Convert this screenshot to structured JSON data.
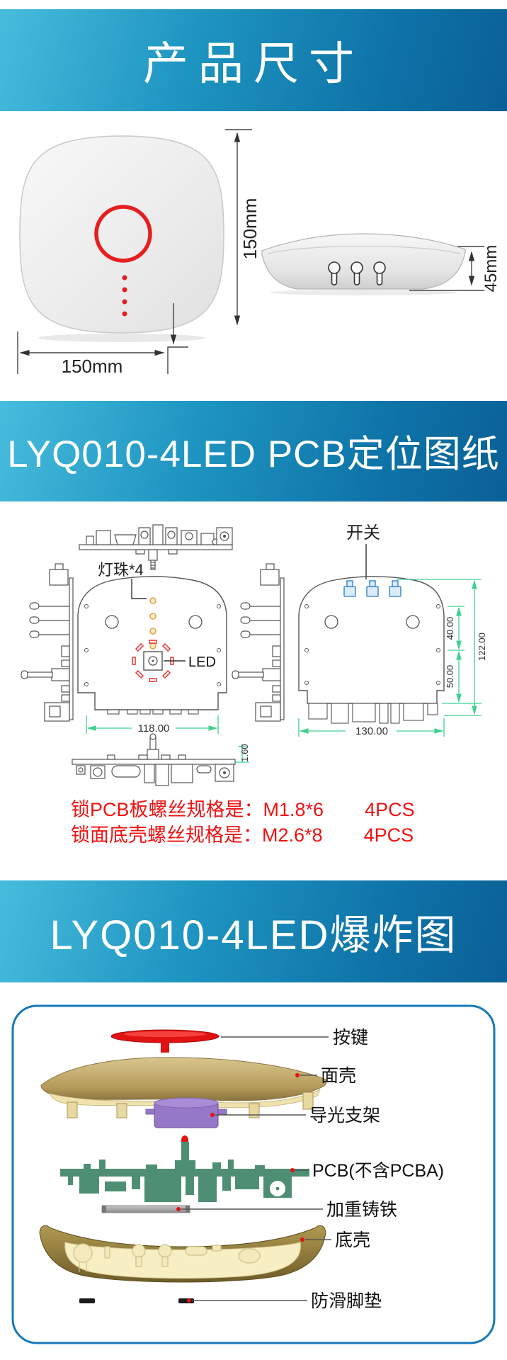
{
  "banners": {
    "section1": "产品尺寸",
    "section2": "LYQ010-4LED PCB定位图纸",
    "section3": "LYQ010-4LED爆炸图"
  },
  "product_dims": {
    "width": "150mm",
    "height": "150mm",
    "thickness": "45mm"
  },
  "pcb_drawing": {
    "led_beads_label": "灯珠*4",
    "switch_label": "开关",
    "led_label": "LED",
    "dim_board_width": "118.00",
    "dim_thickness": "1.60",
    "dim_top_span": "40.00",
    "dim_mid_span": "50.00",
    "dim_total_height": "122.00",
    "dim_board_width2": "130.00",
    "notes": [
      {
        "spec": "锁PCB板螺丝规格是：M1.8*6",
        "qty": "4PCS"
      },
      {
        "spec": "锁面底壳螺丝规格是：M2.6*8",
        "qty": "4PCS"
      }
    ]
  },
  "exploded": {
    "labels": {
      "button": "按键",
      "face_shell": "面壳",
      "light_guide": "导光支架",
      "pcb": "PCB(不含PCBA)",
      "weight_iron": "加重铸铁",
      "bottom_shell": "底壳",
      "foot_pad": "防滑脚垫"
    }
  },
  "colors": {
    "banner_gradient_start": "#47bcdd",
    "banner_gradient_end": "#0a6096",
    "note_red": "#f01212",
    "dim_green": "#3fd190",
    "box_border": "#1779b8",
    "led_ring_red": "#e51f1f"
  }
}
